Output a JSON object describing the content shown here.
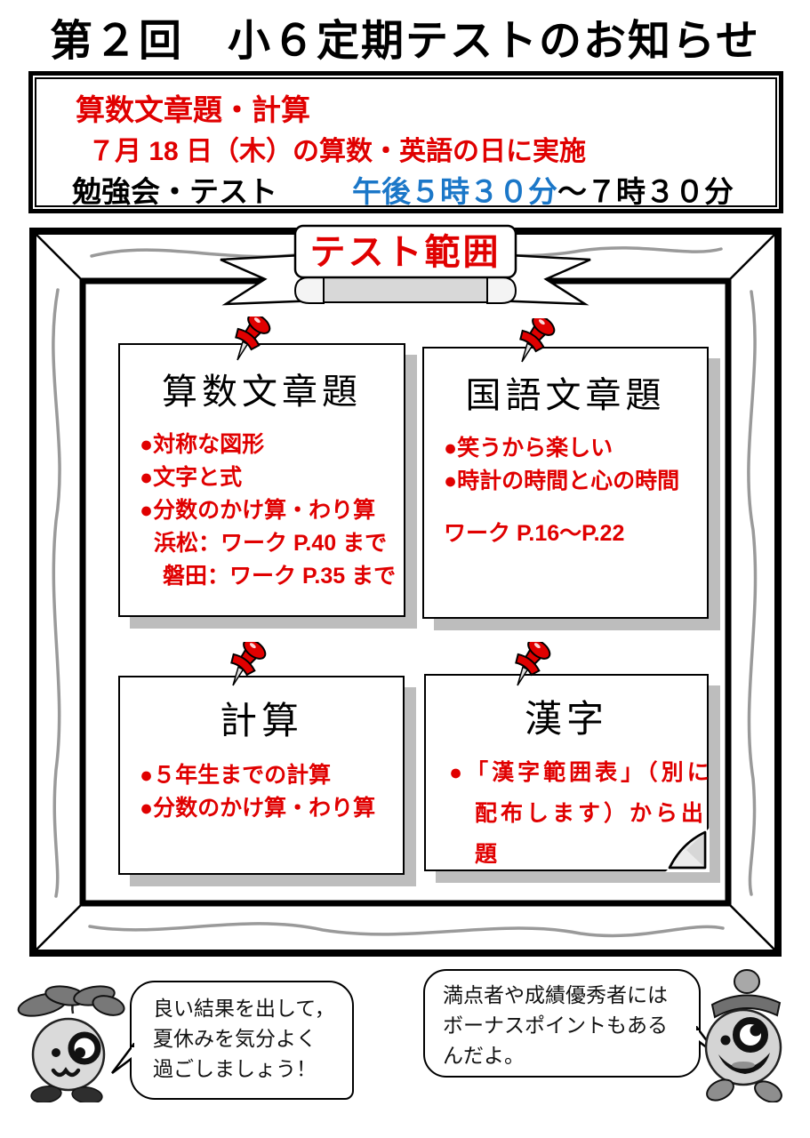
{
  "title": "第２回　小６定期テストのお知らせ",
  "info_box": {
    "subject": "算数文章題・計算",
    "date": "７月 18 日（木）の算数・英語の日に実施",
    "session_label": "勉強会・テスト",
    "time_blue": "午後５時３０分",
    "time_black": "～７時３０分"
  },
  "banner": {
    "label": "テスト範囲"
  },
  "cards": [
    {
      "title": "算数文章題",
      "lines": [
        "●対称な図形",
        "●文字と式",
        "●分数のかけ算・わり算",
        "浜松：ワーク P.40 まで",
        "磐田：ワーク P.35 まで"
      ]
    },
    {
      "title": "国語文章題",
      "lines": [
        "●笑うから楽しい",
        "●時計の時間と心の時間",
        "ワーク P.16～P.22"
      ]
    },
    {
      "title": "計算",
      "lines": [
        "●５年生までの計算",
        "●分数のかけ算・わり算"
      ]
    },
    {
      "title": "漢字",
      "lines": [
        "●「漢字範囲表」（別に",
        "配布します）から出",
        "題"
      ]
    }
  ],
  "speech": {
    "left": [
      "良い結果を出して，",
      "夏休みを気分よく",
      "過ごしましょう！"
    ],
    "right": [
      "満点者や成績優秀者には",
      "ボーナスポイントもある",
      "んだよ。"
    ]
  },
  "colors": {
    "red": "#e00000",
    "blue": "#1b77c8",
    "shadow": "#bdbdbd",
    "wave": "#9a9a9a"
  }
}
